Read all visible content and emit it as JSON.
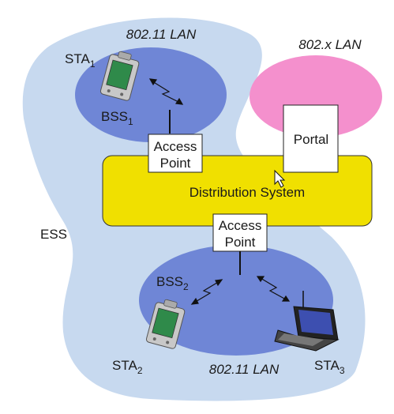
{
  "ess": {
    "label": "ESS"
  },
  "lan_top": {
    "label": "802.11 LAN"
  },
  "lan_bottom": {
    "label": "802.11 LAN"
  },
  "lan_x": {
    "label": "802.x LAN"
  },
  "portal": {
    "label": "Portal"
  },
  "distribution": {
    "label": "Distribution System"
  },
  "ap1": {
    "line1": "Access",
    "line2": "Point"
  },
  "ap2": {
    "line1": "Access",
    "line2": "Point"
  },
  "sta1": {
    "main": "STA",
    "sub": "1"
  },
  "sta2": {
    "main": "STA",
    "sub": "2"
  },
  "sta3": {
    "main": "STA",
    "sub": "3"
  },
  "bss1": {
    "main": "BSS",
    "sub": "1"
  },
  "bss2": {
    "main": "BSS",
    "sub": "2"
  },
  "colors": {
    "ess_fill": "#c7d9ef",
    "bss_fill": "#6f86d6",
    "lanx_fill": "#f490cd",
    "ds_fill": "#f0e000",
    "box_fill": "#ffffff"
  }
}
